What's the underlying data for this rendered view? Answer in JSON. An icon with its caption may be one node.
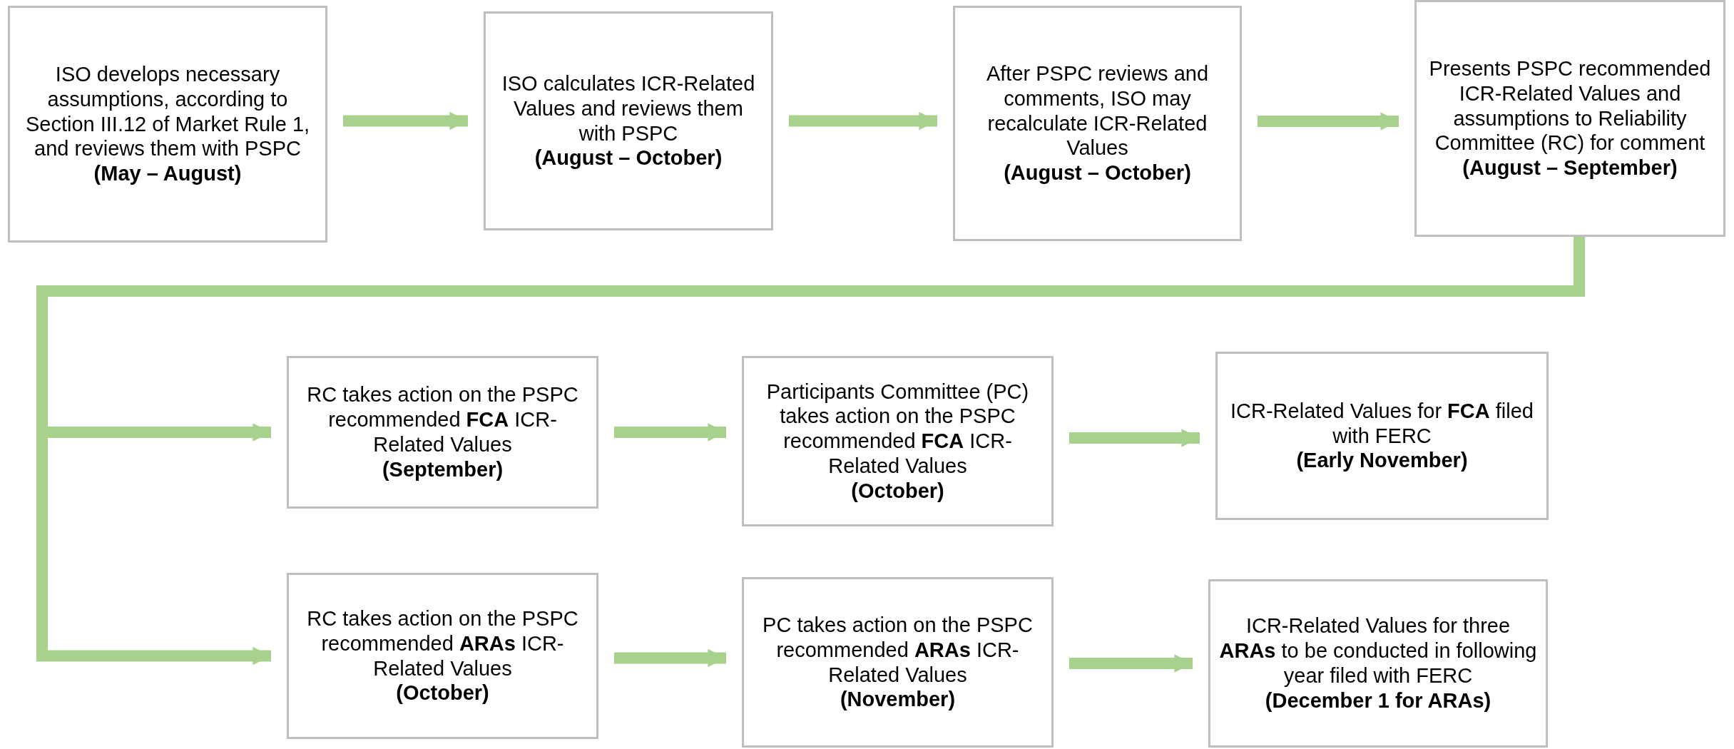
{
  "diagram": {
    "nodes": [
      {
        "text": [
          "ISO develops necessary assumptions, according to Section III.12 of Market Rule 1, and reviews them with PSPC",
          "(May – August)"
        ]
      },
      {
        "text": [
          "ISO calculates ICR-Related Values and reviews them with PSPC",
          "(August – October)"
        ]
      },
      {
        "text": [
          "After PSPC reviews and comments, ISO may recalculate ICR-Related Values",
          "(August – October)"
        ]
      },
      {
        "text": [
          "Presents PSPC recommended ICR-Related Values and assumptions to Reliability Committee (RC) for comment",
          "(August – September)"
        ]
      },
      {
        "text": [
          "RC takes action on the PSPC recommended **FCA** ICR-Related Values",
          "(September)"
        ]
      },
      {
        "text": [
          "Participants Committee (PC) takes action on the PSPC recommended **FCA** ICR-Related Values",
          "(October)"
        ]
      },
      {
        "text": [
          "ICR-Related Values for **FCA** filed with FERC",
          "(Early November)"
        ]
      },
      {
        "text": [
          "RC takes action on the PSPC recommended **ARAs** ICR-Related Values",
          "(October)"
        ]
      },
      {
        "text": [
          "PC takes action on the PSPC recommended **ARAs** ICR-Related Values",
          "(November)"
        ]
      },
      {
        "text": [
          "ICR-Related Values for three **ARAs** to be conducted in following year filed with FERC",
          "(December 1 for ARAs)"
        ]
      }
    ],
    "edges": [
      {
        "from": 0,
        "to": 1,
        "arrow": "to"
      },
      {
        "from": 1,
        "to": 2,
        "arrow": "to"
      },
      {
        "from": 2,
        "to": 3,
        "arrow": "to"
      },
      {
        "from": 3,
        "to": 4,
        "arrow": "to"
      },
      {
        "from": 3,
        "to": 7,
        "arrow": "to"
      },
      {
        "from": 4,
        "to": 5,
        "arrow": "to"
      },
      {
        "from": 5,
        "to": 6,
        "arrow": "to"
      },
      {
        "from": 7,
        "to": 8,
        "arrow": "to"
      },
      {
        "from": 8,
        "to": 9,
        "arrow": "to"
      }
    ]
  }
}
